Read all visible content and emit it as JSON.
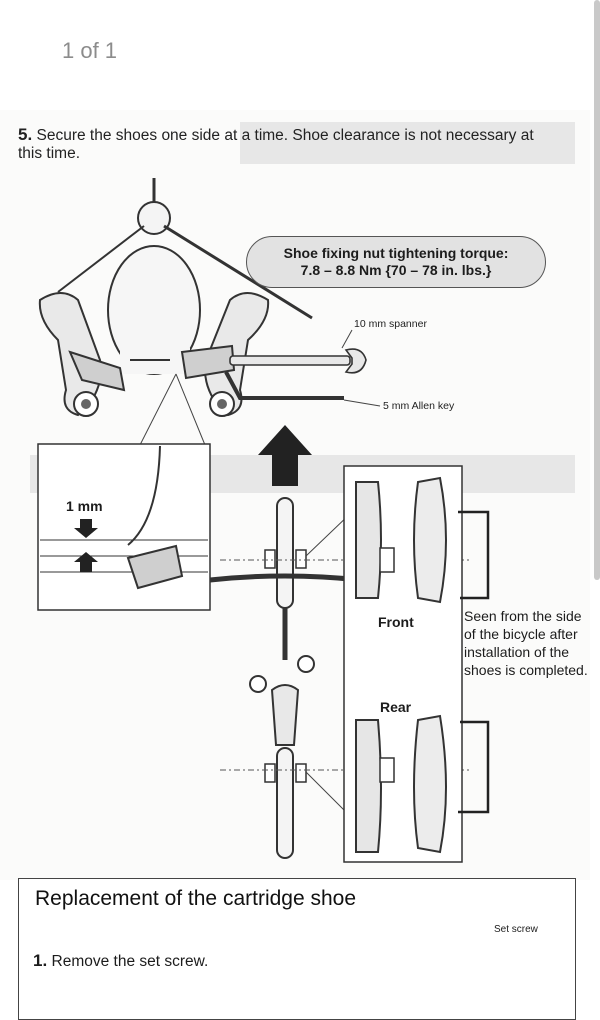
{
  "viewer": {
    "page_counter": "1 of 1"
  },
  "step5": {
    "number": "5.",
    "text": "Secure the shoes one side at a time.  Shoe clearance is not necessary at this time."
  },
  "torque": {
    "line1": "Shoe fixing nut tightening torque:",
    "line2": "7.8 – 8.8 Nm {70 – 78 in. lbs.}"
  },
  "tools": {
    "spanner": "10 mm spanner",
    "allen": "5 mm Allen key"
  },
  "detail": {
    "clearance": "1 mm"
  },
  "shoe_view": {
    "front": "Front",
    "rear": "Rear",
    "seen_from": "Seen from the side of the bicycle after installation of the shoes is completed."
  },
  "replacement": {
    "title": "Replacement of the cartridge shoe",
    "step1_number": "1.",
    "step1_text": "Remove the set screw.",
    "set_screw_label": "Set screw"
  }
}
